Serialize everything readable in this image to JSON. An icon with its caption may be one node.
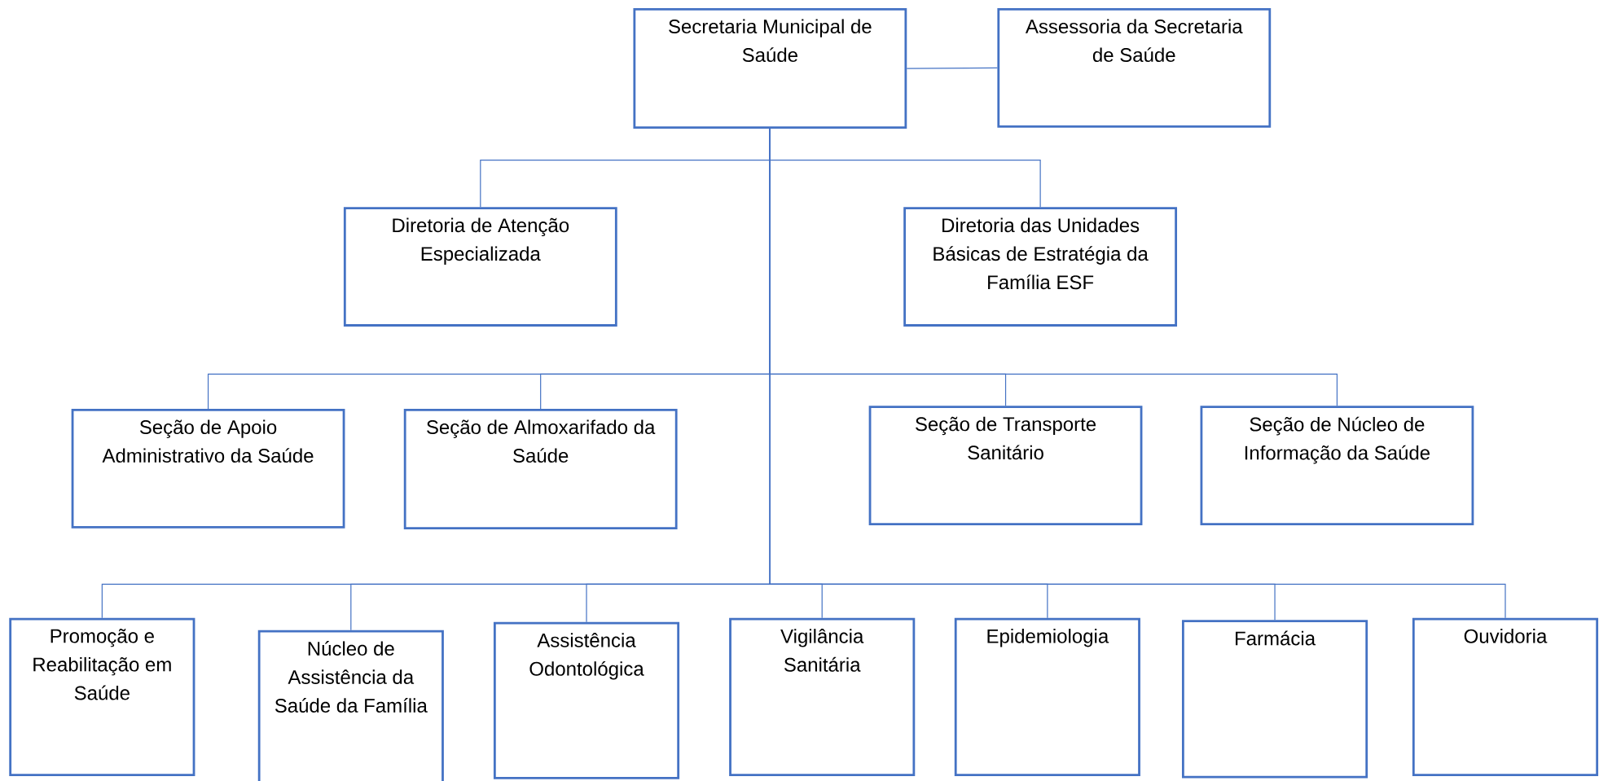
{
  "diagram": {
    "nodes": [
      {
        "text": [
          "Secretaria Municipal de Saúde"
        ]
      },
      {
        "text": [
          "Assessoria da Secretaria de Saúde"
        ]
      },
      {
        "text": [
          "Diretoria de Atenção Especializada"
        ]
      },
      {
        "text": [
          "Diretoria das Unidades Básicas de Estratégia da Família ESF"
        ]
      },
      {
        "text": [
          "Seção de Apoio Administrativo da Saúde"
        ]
      },
      {
        "text": [
          "Seção de Almoxarifado da Saúde"
        ]
      },
      {
        "text": [
          "Seção de Transporte Sanitário"
        ]
      },
      {
        "text": [
          "Seção de Núcleo de Informação da Saúde"
        ]
      },
      {
        "text": [
          "Promoção e Reabilitação em Saúde"
        ]
      },
      {
        "text": [
          "Núcleo de Assistência da Saúde da Família"
        ]
      },
      {
        "text": [
          "Assistência Odontológica"
        ]
      },
      {
        "text": [
          "Vigilância Sanitária"
        ]
      },
      {
        "text": [
          "Epidemiologia"
        ]
      },
      {
        "text": [
          "Farmácia"
        ]
      },
      {
        "text": [
          "Ouvidoria"
        ]
      }
    ],
    "edges": [
      {
        "from": 0,
        "to": 1,
        "arrow": "none"
      },
      {
        "from": 0,
        "to": 2,
        "arrow": "none"
      },
      {
        "from": 0,
        "to": 3,
        "arrow": "none"
      },
      {
        "from": 0,
        "to": 4,
        "arrow": "none"
      },
      {
        "from": 0,
        "to": 5,
        "arrow": "none"
      },
      {
        "from": 0,
        "to": 6,
        "arrow": "none"
      },
      {
        "from": 0,
        "to": 7,
        "arrow": "none"
      },
      {
        "from": 0,
        "to": 8,
        "arrow": "none"
      },
      {
        "from": 0,
        "to": 9,
        "arrow": "none"
      },
      {
        "from": 0,
        "to": 10,
        "arrow": "none"
      },
      {
        "from": 0,
        "to": 11,
        "arrow": "none"
      },
      {
        "from": 0,
        "to": 12,
        "arrow": "none"
      },
      {
        "from": 0,
        "to": 13,
        "arrow": "none"
      },
      {
        "from": 0,
        "to": 14,
        "arrow": "none"
      }
    ]
  }
}
